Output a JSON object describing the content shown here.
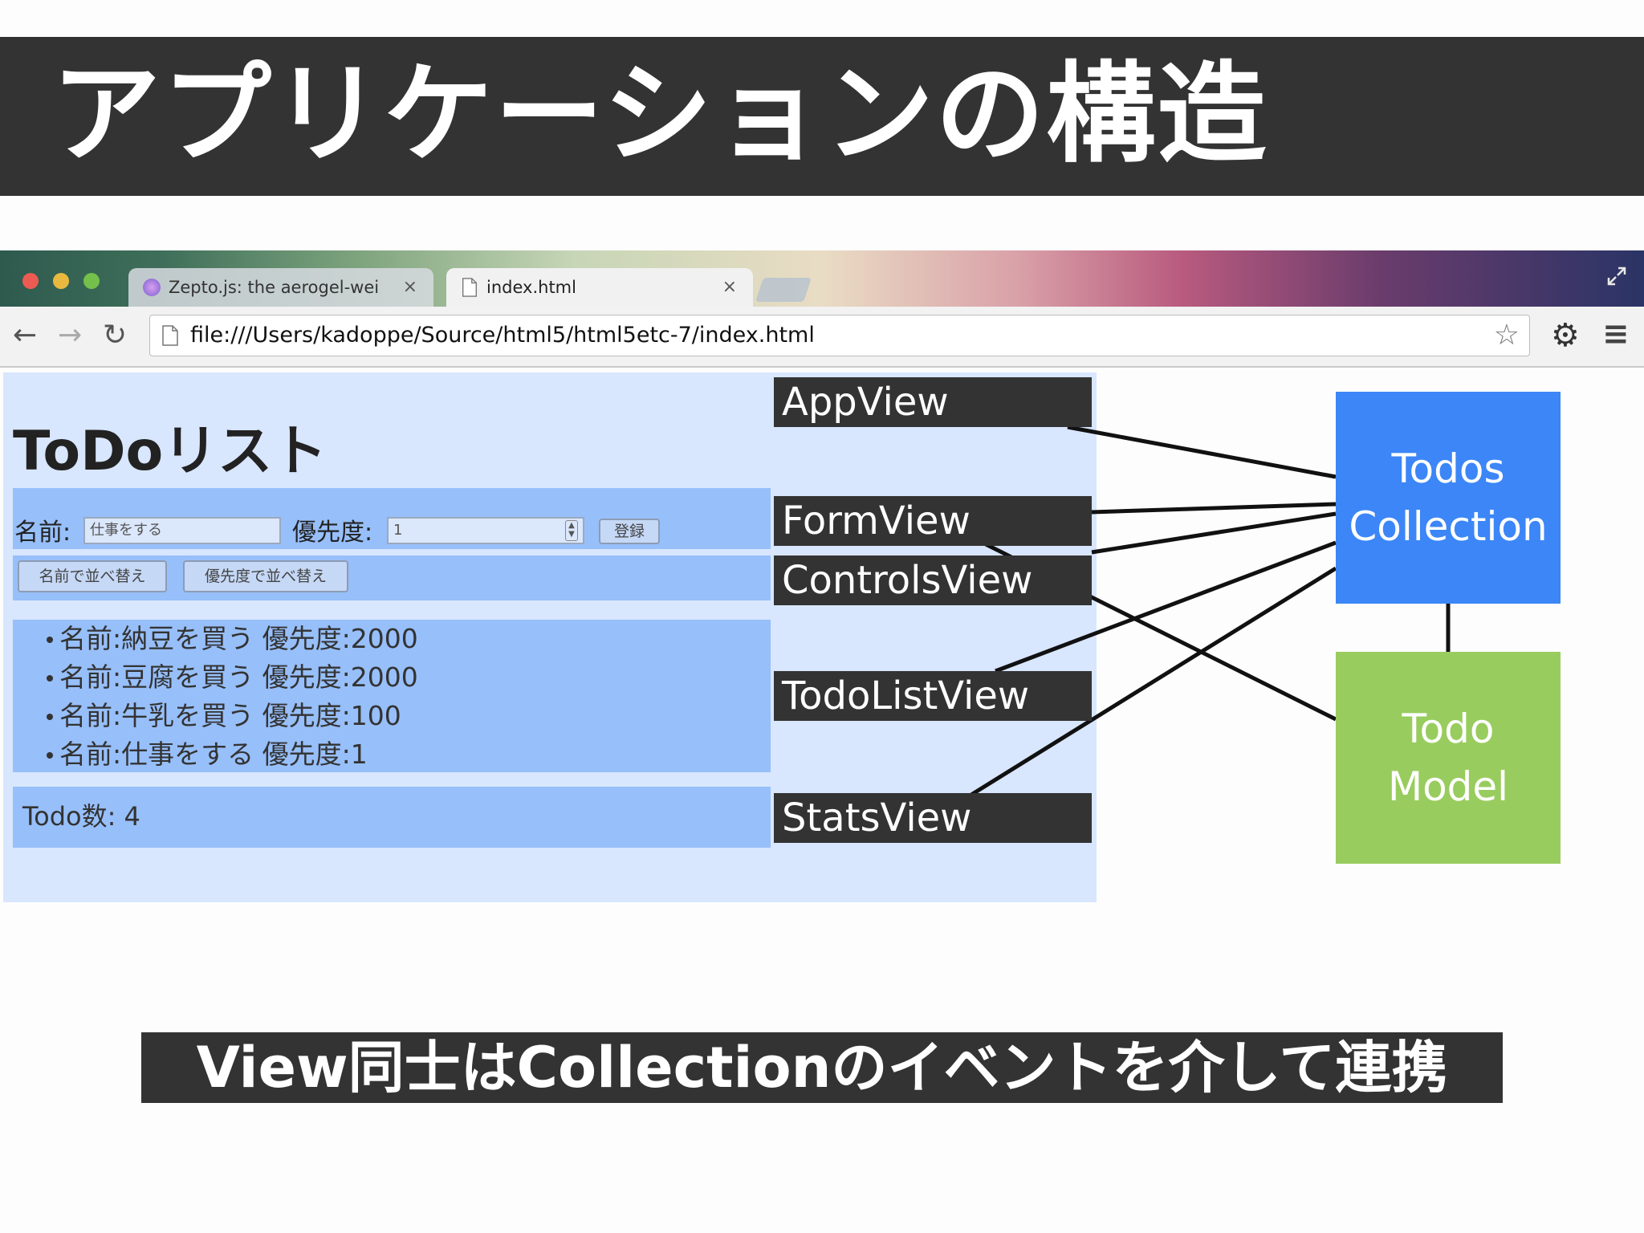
{
  "slide": {
    "title": "アプリケーションの構造",
    "caption": "View同士はCollectionのイベントを介して連携"
  },
  "browser": {
    "tabs": [
      {
        "label": "Zepto.js: the aerogel-wei",
        "close": "×"
      },
      {
        "label": "index.html",
        "close": "×"
      }
    ],
    "url": "file:///Users/kadoppe/Source/html5/html5etc-7/index.html",
    "nav": {
      "back": "←",
      "forward": "→",
      "reload": "↻"
    },
    "icons": {
      "star": "☆",
      "settings": "⚙",
      "menu": "≡"
    },
    "traffic_colors": [
      "#ec5b52",
      "#e9b93f",
      "#74c04b"
    ]
  },
  "app": {
    "title": "ToDoリスト",
    "form": {
      "name_label": "名前:",
      "name_value": "仕事をする",
      "priority_label": "優先度:",
      "priority_value": "1",
      "submit_label": "登録"
    },
    "controls": {
      "sort_by_name": "名前で並べ替え",
      "sort_by_priority": "優先度で並べ替え"
    },
    "todos": [
      "名前:納豆を買う 優先度:2000",
      "名前:豆腐を買う 優先度:2000",
      "名前:牛乳を買う 優先度:100",
      "名前:仕事をする 優先度:1"
    ],
    "stats": "Todo数: 4"
  },
  "views": {
    "app_view": "AppView",
    "form_view": "FormView",
    "controls_view": "ControlsView",
    "todo_list_view": "TodoListView",
    "stats_view": "StatsView"
  },
  "collection_box": {
    "line1": "Todos",
    "line2": "Collection",
    "color": "#3c86f7"
  },
  "model_box": {
    "line1": "Todo",
    "line2": "Model",
    "color": "#99cc5e"
  }
}
